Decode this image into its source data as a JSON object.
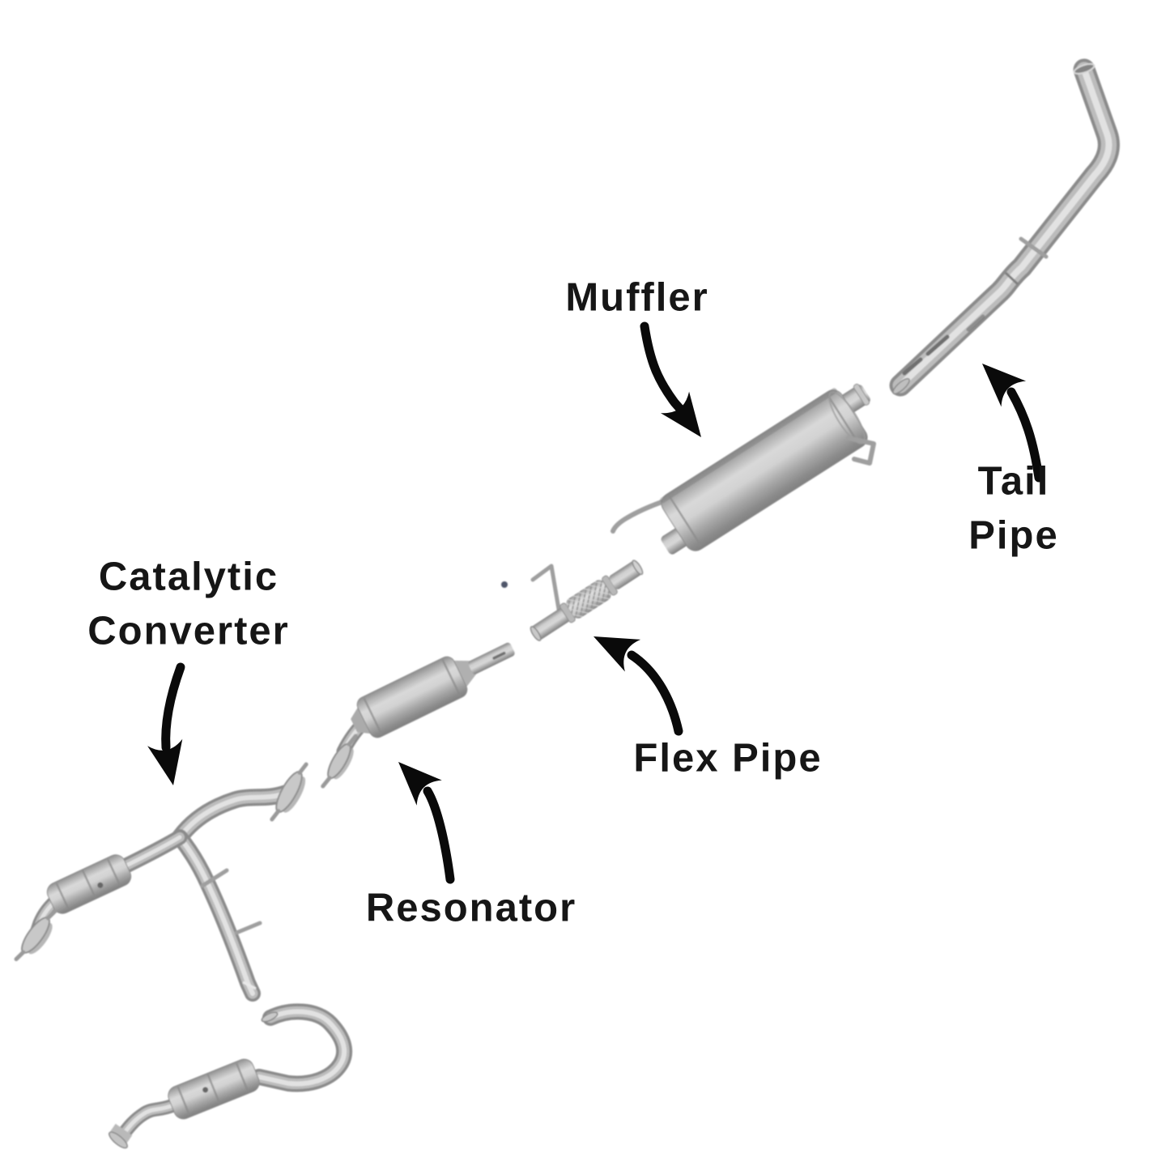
{
  "labels": {
    "muffler": "Muffler",
    "tail_pipe": "Tail Pipe",
    "catalytic_converter": "Catalytic\nConverter",
    "flex_pipe": "Flex Pipe",
    "resonator": "Resonator"
  },
  "parts": [
    {
      "id": "catalytic-converter",
      "label": "Catalytic Converter"
    },
    {
      "id": "resonator",
      "label": "Resonator"
    },
    {
      "id": "flex-pipe",
      "label": "Flex Pipe"
    },
    {
      "id": "muffler",
      "label": "Muffler"
    },
    {
      "id": "tail-pipe",
      "label": "Tail Pipe"
    }
  ],
  "annotations": [
    {
      "label": "Muffler",
      "arrow_points_to": "muffler",
      "arrow_direction": "down-right"
    },
    {
      "label": "Tail Pipe",
      "arrow_points_to": "tail-pipe",
      "arrow_direction": "up-left"
    },
    {
      "label": "Catalytic Converter",
      "arrow_points_to": "catalytic-converter",
      "arrow_direction": "down"
    },
    {
      "label": "Flex Pipe",
      "arrow_points_to": "flex-pipe",
      "arrow_direction": "up-left"
    },
    {
      "label": "Resonator",
      "arrow_points_to": "resonator",
      "arrow_direction": "up-left"
    }
  ],
  "colors": {
    "background": "#ffffff",
    "label_text": "#161616",
    "arrow": "#0a0a0a",
    "metal_highlight": "#e2e2e2",
    "metal_mid": "#bcbcbc",
    "metal_shadow": "#8b8b8b"
  }
}
